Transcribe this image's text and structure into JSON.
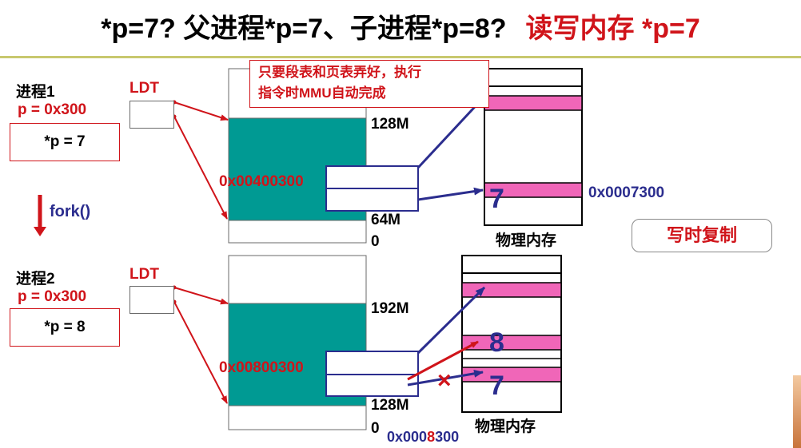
{
  "header": {
    "title_main": "*p=7? 父进程*p=7、子进程*p=8?",
    "title_accent": "读写内存 *p=7"
  },
  "callout": {
    "line1": "只要段表和页表弄好，执行",
    "line2": "指令时MMU自动完成"
  },
  "process1": {
    "name": "进程1",
    "pointer": "p = 0x300",
    "value": "*p = 7",
    "ldt": "LDT",
    "linear_addr": "0x00400300",
    "mem_top": "128M",
    "mem_bottom": "64M",
    "mem_zero": "0",
    "phys_label": "物理内存",
    "phys_addr": "0x0007300",
    "phys_value": "7"
  },
  "process2": {
    "name": "进程2",
    "pointer": "p = 0x300",
    "value": "*p = 8",
    "ldt": "LDT",
    "linear_addr": "0x00800300",
    "mem_top": "192M",
    "mem_bottom": "128M",
    "mem_zero": "0",
    "phys_label": "物理内存",
    "phys_addr_prefix": "0x000",
    "phys_addr_highlight": "8",
    "phys_addr_suffix": "300",
    "phys_value_new": "8",
    "phys_value_old": "7",
    "cross_mark": "×"
  },
  "fork": {
    "label": "fork()"
  },
  "cow_button": {
    "label": "写时复制"
  },
  "colors": {
    "red": "#d0141a",
    "blue": "#2b2d8e",
    "teal": "#009a93",
    "pink": "#f066b8",
    "divider": "#c8c86e"
  }
}
